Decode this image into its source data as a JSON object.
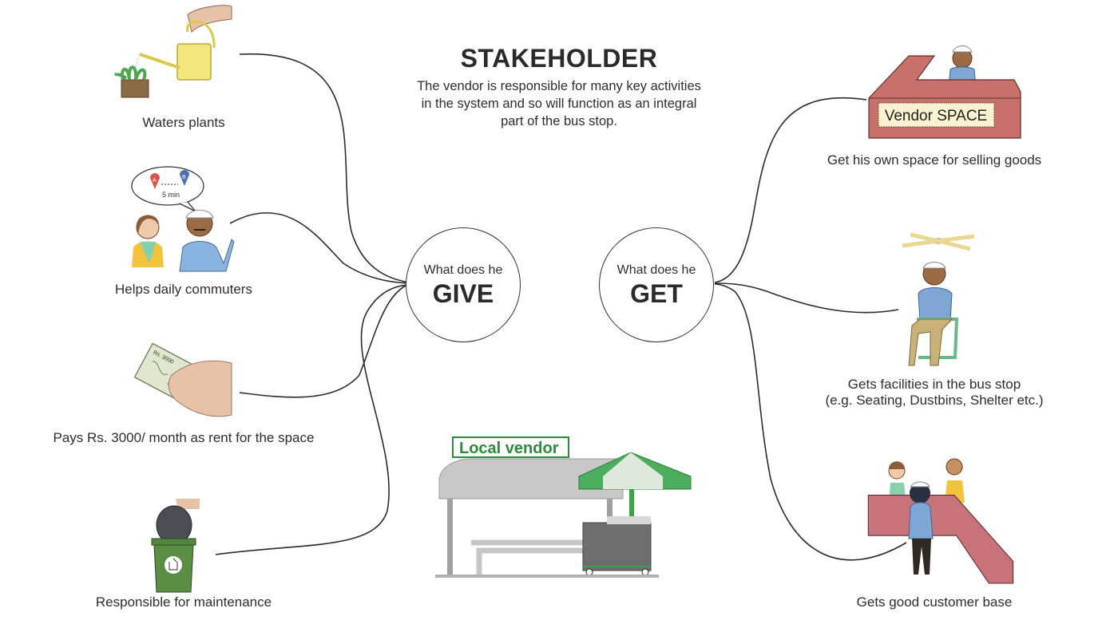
{
  "header": {
    "title": "STAKEHOLDER",
    "subtitle_lines": [
      "The vendor is responsible for many key activities",
      "in the system and so will function as an integral",
      "part of the bus stop."
    ]
  },
  "hubs": {
    "give": {
      "question": "What does he",
      "keyword": "GIVE"
    },
    "get": {
      "question": "What does he",
      "keyword": "GET"
    }
  },
  "give_items": [
    {
      "label": "Waters plants",
      "illustration": "watering-can-plant"
    },
    {
      "label": "Helps daily commuters",
      "illustration": "commuter-conversation",
      "bubble_text": "5 min",
      "pin_a": "A",
      "pin_b": "B"
    },
    {
      "label": "Pays Rs. 3000/ month as rent for the space",
      "illustration": "hand-with-banknote",
      "note_text": "Rs. 3000"
    },
    {
      "label": "Responsible for maintenance",
      "illustration": "dustbin-garbage-bag"
    }
  ],
  "get_items": [
    {
      "label": "Get his own space for selling goods",
      "illustration": "vendor-counter",
      "sign_text": "Vendor SPACE"
    },
    {
      "label": "Gets facilities in the bus stop",
      "label_line2": "(e.g. Seating, Dustbins, Shelter etc.)",
      "illustration": "vendor-seated-under-fan"
    },
    {
      "label": "Gets good customer base",
      "illustration": "vendor-with-customers"
    }
  ],
  "center_illustration": {
    "sign_text": "Local vendor",
    "illustration": "bus-stop-with-vendor-cart"
  },
  "colors": {
    "accent_green": "#2e8b3e",
    "counter_red": "#c8716a",
    "shirt_blue": "#7ea7d6",
    "bin_green": "#4e7a3a",
    "can_yellow": "#f2e77a"
  }
}
